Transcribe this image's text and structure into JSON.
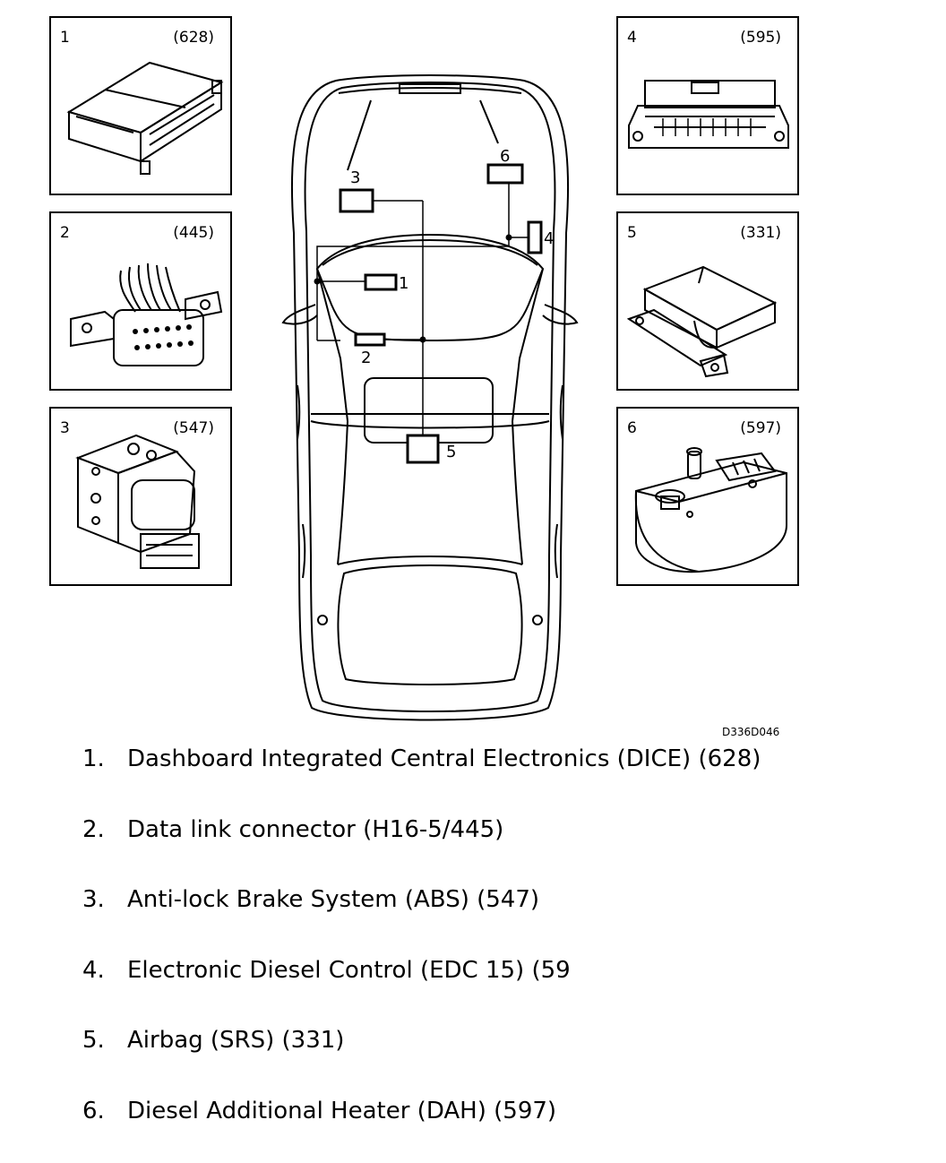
{
  "panels": [
    {
      "num": "1",
      "code": "(628)",
      "icon": "dice-module-icon"
    },
    {
      "num": "2",
      "code": "(445)",
      "icon": "data-link-connector-icon"
    },
    {
      "num": "3",
      "code": "(547)",
      "icon": "abs-unit-icon"
    },
    {
      "num": "4",
      "code": "(595)",
      "icon": "edc-module-icon"
    },
    {
      "num": "5",
      "code": "(331)",
      "icon": "airbag-module-icon"
    },
    {
      "num": "6",
      "code": "(597)",
      "icon": "heater-unit-icon"
    }
  ],
  "car_callouts": [
    "1",
    "2",
    "3",
    "4",
    "5",
    "6"
  ],
  "reference_code": "D336D046",
  "legend": [
    {
      "num": "1.",
      "text": "Dashboard Integrated Central Electronics (DICE) (628)"
    },
    {
      "num": "2.",
      "text": "Data link connector (H16-5/445)"
    },
    {
      "num": "3.",
      "text": "Anti-lock Brake System (ABS) (547)"
    },
    {
      "num": "4.",
      "text": "Electronic Diesel Control (EDC 15) (59"
    },
    {
      "num": "5.",
      "text": "Airbag (SRS) (331)"
    },
    {
      "num": "6.",
      "text": "Diesel Additional Heater (DAH) (597)"
    }
  ]
}
